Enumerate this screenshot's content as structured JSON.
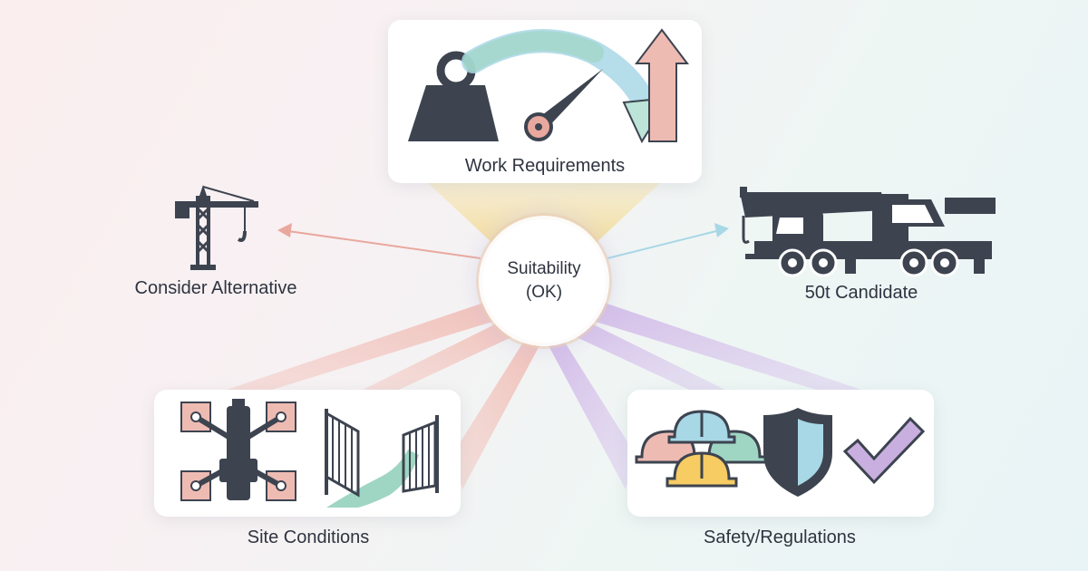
{
  "hub": {
    "line1": "Suitability",
    "line2": "(OK)"
  },
  "nodes": {
    "work_requirements": {
      "label": "Work Requirements"
    },
    "consider_alternative": {
      "label": "Consider Alternative"
    },
    "candidate": {
      "label": "50t Candidate"
    },
    "site_conditions": {
      "label": "Site Conditions"
    },
    "safety_regulations": {
      "label": "Safety/Regulations"
    }
  },
  "colors": {
    "dark": "#3d4450",
    "salmon": "#e9a89e",
    "mint": "#9fd6c3",
    "blue": "#a8d7e6",
    "yellow": "#f6cc63",
    "purple": "#b89ad4",
    "beam_yellow": "#f5dfa0",
    "beam_red": "#eeb1ab",
    "beam_purple": "#d3bde8"
  }
}
